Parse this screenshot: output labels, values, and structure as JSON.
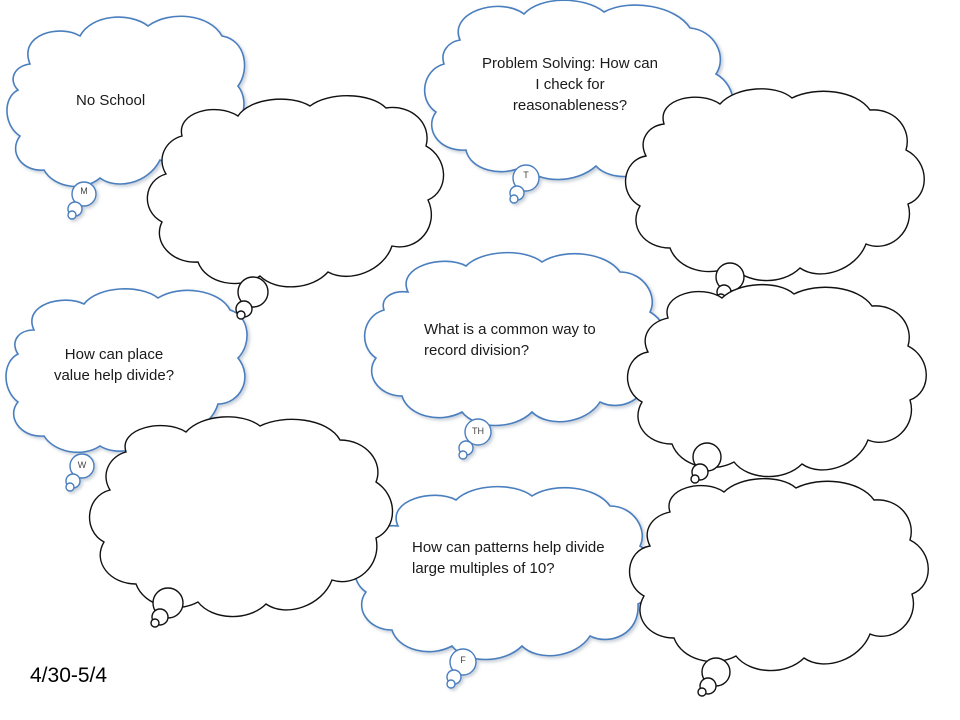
{
  "questions": {
    "monday": "No School",
    "tuesday": "Problem Solving: How can I check for reasonableness?",
    "wednesday": "How can place value help divide?",
    "thursday": "What is a common way to record division?",
    "friday": "How can patterns help divide large multiples of 10?"
  },
  "days": {
    "monday": "M",
    "tuesday": "T",
    "wednesday": "W",
    "thursday": "TH",
    "friday": "F"
  },
  "date_range": "4/30-5/4"
}
